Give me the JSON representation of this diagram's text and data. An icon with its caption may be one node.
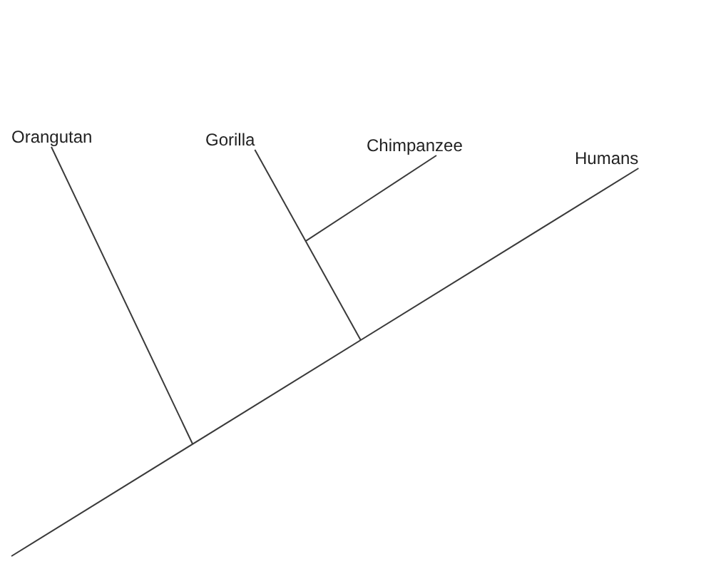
{
  "diagram": {
    "nodes": [
      {
        "text": [
          "Orangutan"
        ]
      },
      {
        "text": [
          "Gorilla"
        ]
      },
      {
        "text": [
          "Chimpanzee"
        ]
      },
      {
        "text": [
          "Humans"
        ]
      }
    ],
    "edges": [
      {
        "from": 0,
        "to": null,
        "arrow": "none"
      },
      {
        "from": 1,
        "to": null,
        "arrow": "none"
      },
      {
        "from": 2,
        "to": null,
        "arrow": "none"
      },
      {
        "from": null,
        "to": 3,
        "arrow": "none"
      }
    ]
  }
}
